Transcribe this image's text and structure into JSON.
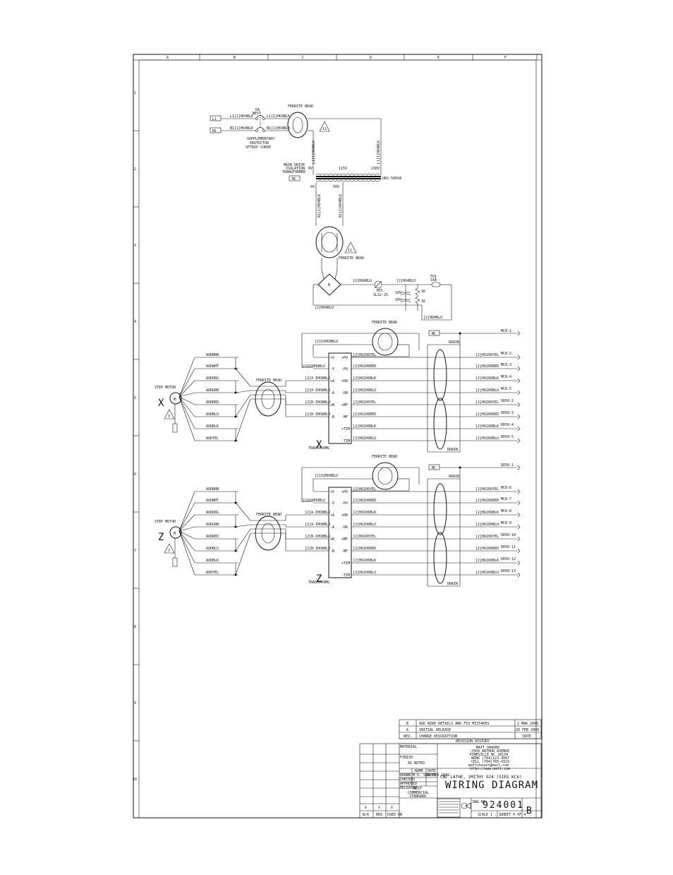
{
  "border": {
    "columns": [
      "A",
      "B",
      "C",
      "D",
      "E",
      "F"
    ],
    "rows": [
      "1",
      "2",
      "3",
      "4",
      "5",
      "6",
      "7",
      "8",
      "9",
      "10"
    ]
  },
  "power": {
    "l_label": "L1",
    "n_label": "N1",
    "l_wire": "L1[1]HO4BLK",
    "n_wire": "N1[1]HO4BLK",
    "l_out_wire": "L1[1]HO4BLK",
    "n_out_wire": "N1[1]HO4BLK",
    "breaker_rating": "6A",
    "breaker_type": "WEST",
    "breaker_desc": [
      "SUPPLEMENTARY",
      "PROTECTOR",
      "SFTRIP CURVE"
    ],
    "bead1": "FERRITE BEAD",
    "warn1": "11",
    "xfmr_title": [
      "MAIN DRIVE",
      "ISOLATION",
      "TRANSFORMER"
    ],
    "xfmr_tag": "MC",
    "xfmr_spec": "UKS-500VA",
    "v_115": "115V",
    "v_230": "230V",
    "v_0": "0V",
    "v_50": "50V",
    "wire_v1": "L1[1]HO4BLK",
    "wire_v2": "L1[1]HO4BLK",
    "wire_v3": "N1[1]HO4BLK",
    "wire_v4": "N1[1]HO4BLK",
    "bead2": "FERRITE BEAD",
    "warn2": "11",
    "dc_wire1": "[2]HO4BLU",
    "dc_wire2": "[2]HO4BLU",
    "dc_wire3": "[2]HO4BLU",
    "dc_wire4": "[2]HO4BLU",
    "ntc": "NTC",
    "ntc_part": "SL32-25",
    "fuse": "FU1",
    "fuse_rating": "10A",
    "cap1": "10V",
    "cap2": "10V",
    "r1": "1K",
    "r2": "1K"
  },
  "drives": [
    {
      "axis": "X",
      "motor_label": "STEP MOTOR",
      "warn": "3",
      "motor_wires": [
        "AODBRN",
        "AODWHT",
        "AODORG",
        "AODGRN",
        "AODRED",
        "AODBLU",
        "AODBLK",
        "AODYEL"
      ],
      "bead_motor": "FERRITE BEAD",
      "bead_supply": "FERRITE BEAD",
      "supply_wire": "[2]O2HO8BLU",
      "supply_wire2": "[2]O2HO8BLU",
      "input_wires": [
        "[2]A-IHO8BLU",
        "[2]A-IHO8BLU",
        "[2]B-IHO8BLU",
        "[2]B-IHO8BLU"
      ],
      "drive_left_pins": [
        "+V",
        "-V",
        "+A",
        "-A",
        "+B",
        "-B"
      ],
      "drive_right_pins": [
        "+PU",
        "-PU",
        "+DR",
        "-DR",
        "+MF",
        "-MF",
        "+TIM",
        "-TIM"
      ],
      "drive_model": "TRAD6060MG",
      "signal_wires": [
        "[2]HO2O6YEL",
        "[2]HO2O6RED",
        "[2]HO2O6BLK",
        "[2]HO2O6BLU",
        "[2]HO2O6YEL",
        "[2]HO2O6RED",
        "[2]HO2O6BLK",
        "[2]HO2O6BLU"
      ],
      "out_wires": [
        "[2]HO2O6YEL",
        "[2]HO2O6RED",
        "[2]HO2O6BLK",
        "[2]HO2O6BLU",
        "[2]HO2O6YEL",
        "[2]HO2O6RED",
        "[2]HO2O6BLK",
        "[2]HO2O6BLU"
      ],
      "terminals": [
        "MC8-2",
        "MC8-3",
        "MC8-4",
        "MC8-5",
        "DD50-2",
        "DD50-3",
        "DD50-4",
        "DD50-5"
      ],
      "drain": "DRAIN",
      "top_tag": "MC",
      "top_terminal": "MC8-1",
      "top_wire": "[2]O2HO8BLU"
    },
    {
      "axis": "Z",
      "motor_label": "STEP MOTOR",
      "warn": "3",
      "motor_wires": [
        "AODBRN",
        "AODWHT",
        "AODORG",
        "AODGRN",
        "AODRED",
        "AODBLU",
        "AODBLK",
        "AODYEL"
      ],
      "bead_motor": "FERRITE BEAD",
      "bead_supply": "FERRITE BEAD",
      "supply_wire": "[2]O2HO8BLU",
      "supply_wire2": "[2]O2HO8BLU",
      "input_wires": [
        "[2]A-IHO8BLU",
        "[2]A-IHO8BLU",
        "[2]B-IHO8BLU",
        "[2]B-IHO8BLU"
      ],
      "drive_left_pins": [
        "+V",
        "-V",
        "+A",
        "-A",
        "+B",
        "-B"
      ],
      "drive_right_pins": [
        "+PU",
        "-PU",
        "+DR",
        "-DR",
        "+MF",
        "-MF",
        "+TIM",
        "-TIM"
      ],
      "drive_model": "TRAD6060MG",
      "signal_wires": [
        "[2]HO2O6YEL",
        "[2]HO2O6RED",
        "[2]HO2O6BLK",
        "[2]HO2O6BLU",
        "[2]HO2O6YEL",
        "[2]HO2O6RED",
        "[2]HO2O6BLK",
        "[2]HO2O6BLU"
      ],
      "out_wires": [
        "[2]HO2O6YEL",
        "[2]HO2O6RED",
        "[2]HO2O6BLK",
        "[2]HO2O6BLU",
        "[2]HO2O6YEL",
        "[2]HO2O6RED",
        "[2]HO2O6BLK",
        "[2]HO2O6BLU"
      ],
      "terminals": [
        "MC8-6",
        "MC8-7",
        "MC8-8",
        "MC8-9",
        "DD50-10",
        "DD50-11",
        "DD50-12",
        "DD50-13"
      ],
      "drain": "DRAIN",
      "top_tag": "MC",
      "top_terminal": "DD50-1",
      "top_wire": "[2]O2HO8BLU"
    }
  ],
  "title_block": {
    "revisions": [
      {
        "rev": "B",
        "desc": "ADD WIRE DETAILS AND FIX MISTAKES",
        "date": "2 MAR 2009"
      },
      {
        "rev": "A",
        "desc": "INITIAL RELEASE",
        "date": "20 FEB 2009"
      }
    ],
    "rev_header": {
      "rev": "REV.",
      "desc": "CHANGE DESCRIPTION",
      "date": "DATE"
    },
    "rev_title": "REVISION HISTORY",
    "company_lines": [
      "MATT SHAVER",
      "2509 ARTHUR AVENUE",
      "PINEVILLE NC 28134",
      "WORK (704)123-4567",
      "CELL (704)765-4321",
      "mattshaver@mail.com",
      "http://www.matt.com"
    ],
    "material_label": "MATERIAL",
    "finish_label": "FINISH",
    "finish_value": "AS NOTED",
    "drawn_label": "DRAWN",
    "checked_label": "CHECKED",
    "approved_label": "APPROVED",
    "released_label": "RELEASED",
    "name_hdr": "NAME",
    "date_hdr": "DATE",
    "drawn_value": "M.S. SHAVER",
    "drawn_date": "20 FEB 2009",
    "standard_lines": [
      "BEST",
      "COMMERCIAL",
      "STANDARD"
    ],
    "title_line1": "CNC LATHE, SMITHY 924 (SIEG KC6)",
    "title_line2": "WIRING DIAGRAM",
    "dwg_label": "DWG NO.",
    "dwg_no": "924001",
    "size": "B",
    "scale": "SCALE 1 : 1",
    "sheet": "SHEET 4 OF 4",
    "used_on": [
      "N/A",
      "REQ",
      "USED ON"
    ],
    "qty": [
      "X",
      "X",
      "X"
    ]
  }
}
